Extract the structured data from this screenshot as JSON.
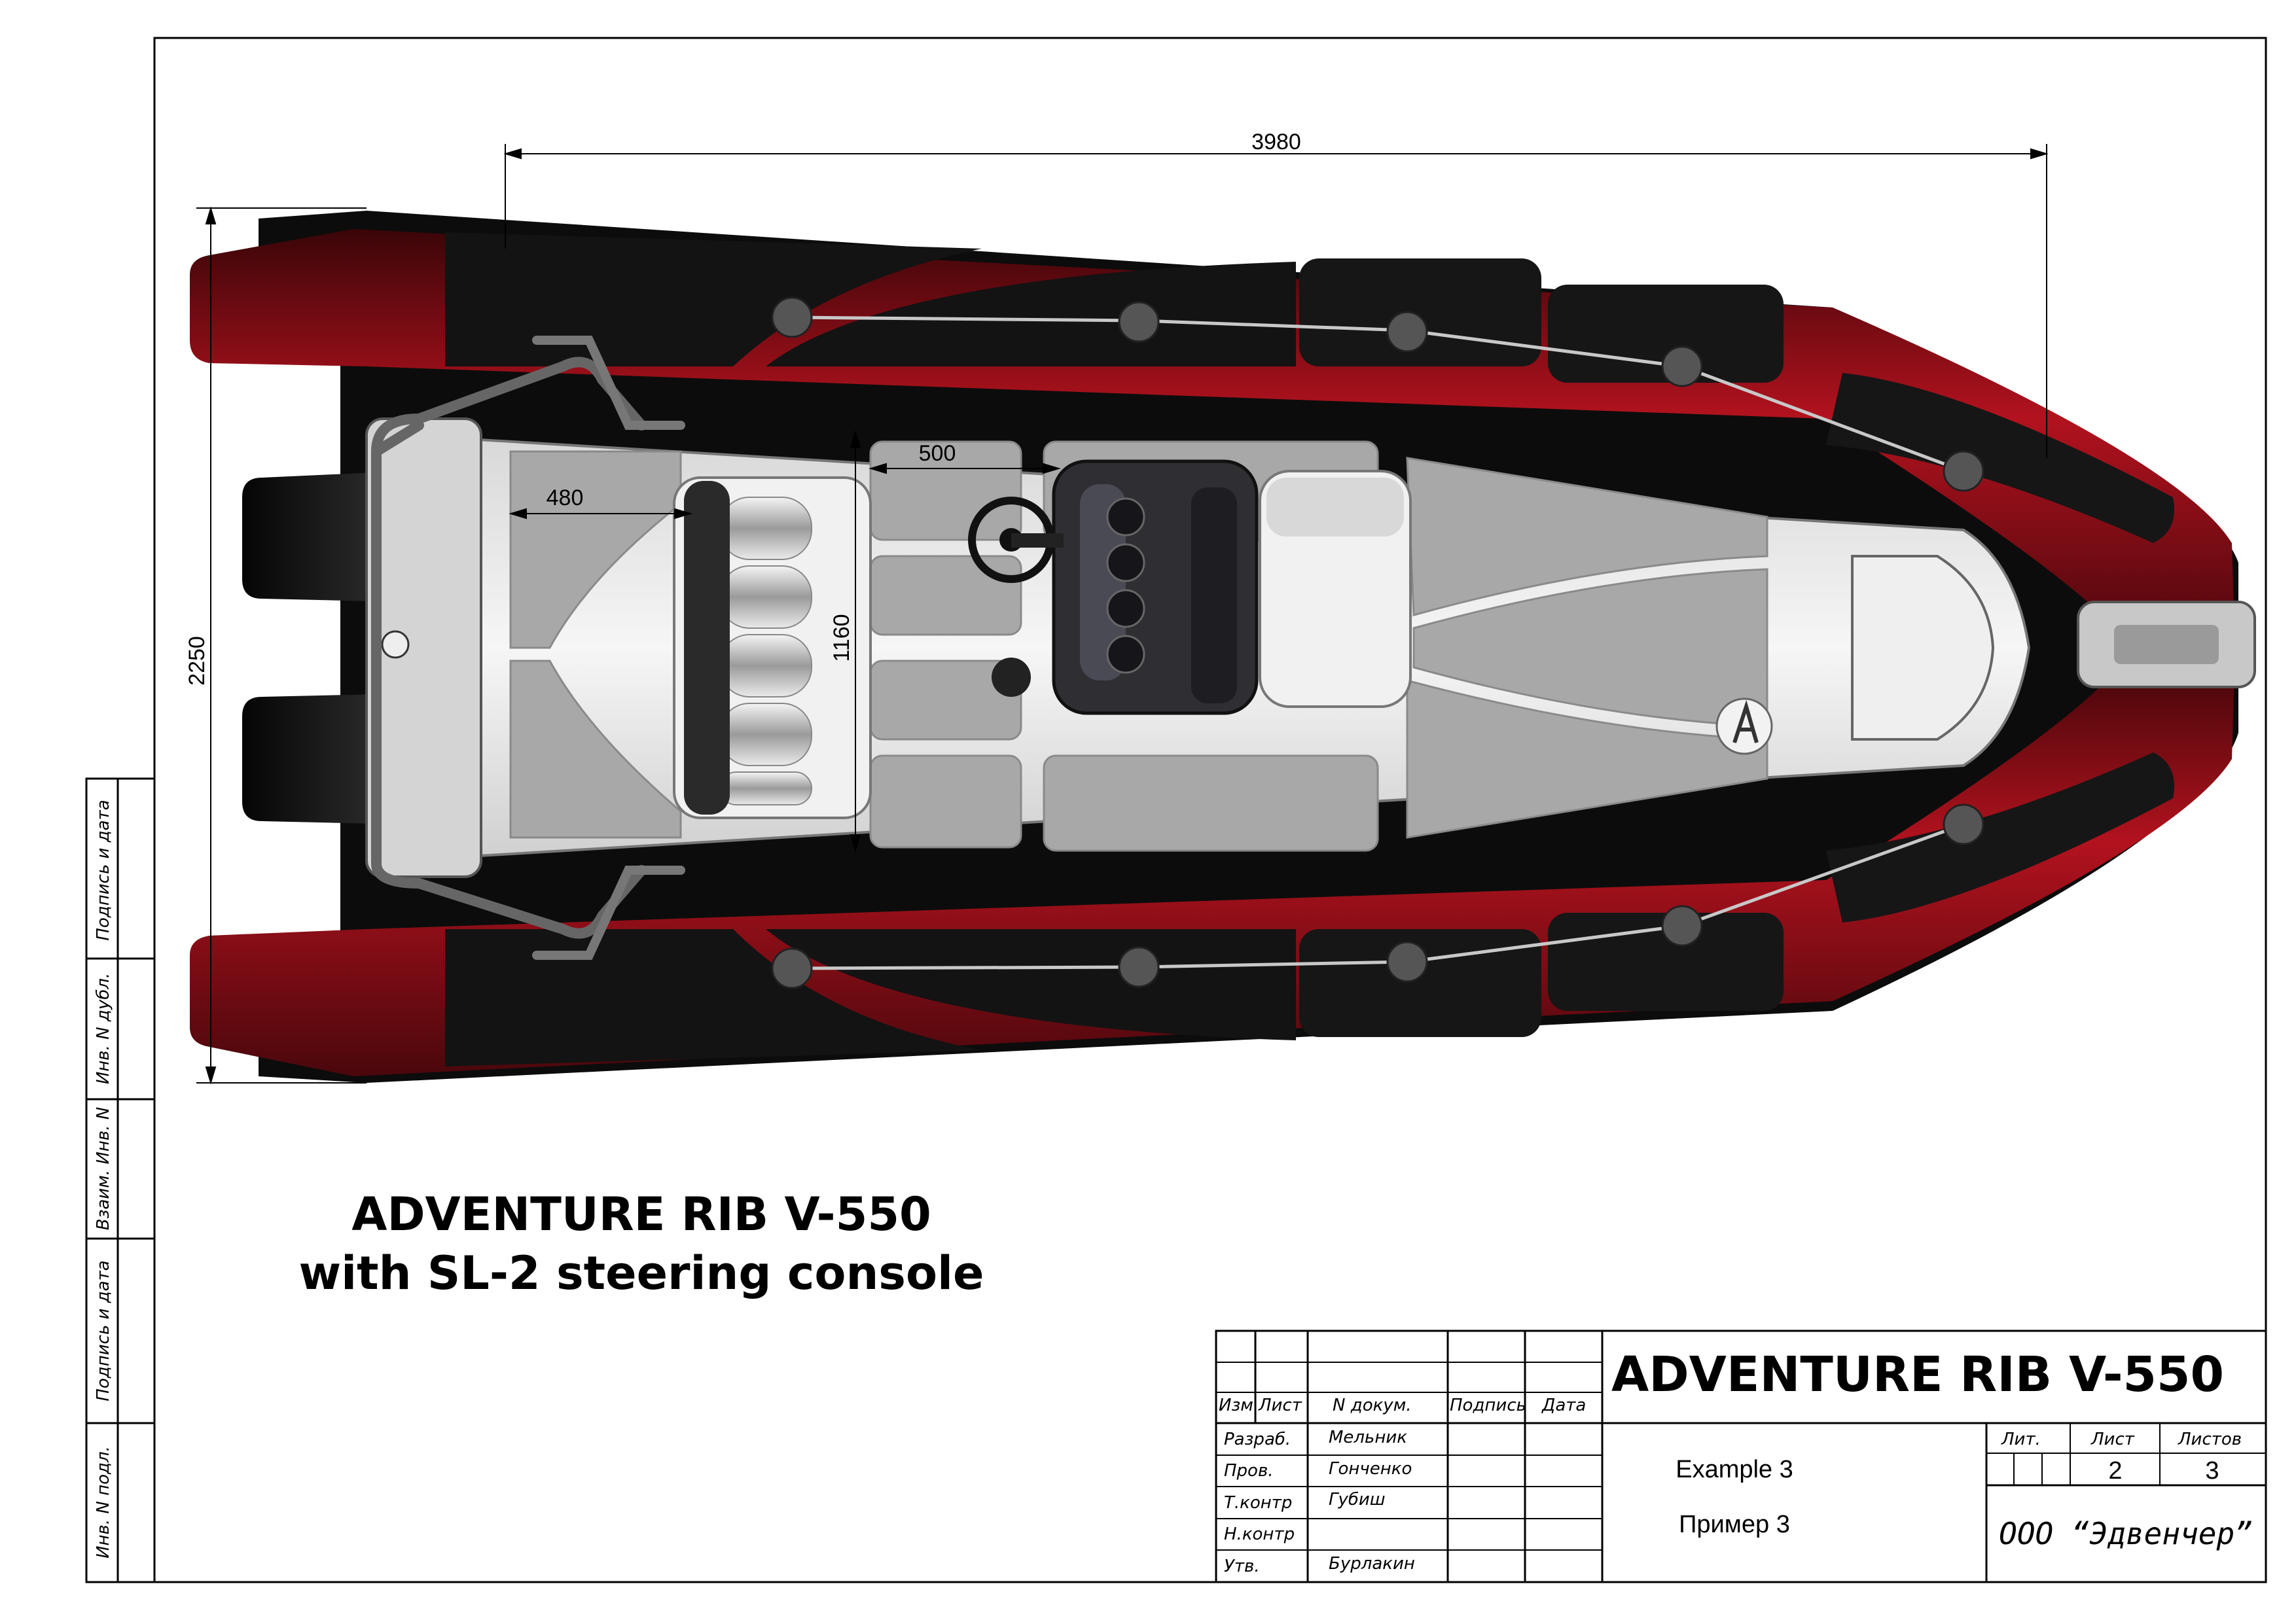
{
  "drawing": {
    "title_line1": "ADVENTURE RIB V-550",
    "title_line2": "with SL-2 steering console",
    "dimensions": {
      "overall_length": "3980",
      "overall_width": "2250",
      "seat_depth": "480",
      "console_gap": "500",
      "cockpit_width": "1160"
    }
  },
  "title_block": {
    "product": "ADVENTURE RIB V-550",
    "headers": [
      "Изм",
      "Лист",
      "N докум.",
      "Подпись",
      "Дата"
    ],
    "roles": [
      {
        "role": "Разраб.",
        "name": "Мельник"
      },
      {
        "role": "Пров.",
        "name": "Гонченко"
      },
      {
        "role": "Т.контр",
        "name": "Губиш"
      },
      {
        "role": "Н.контр",
        "name": ""
      },
      {
        "role": "Утв.",
        "name": "Бурлакин"
      }
    ],
    "description_en": "Example 3",
    "description_ru": "Пример 3",
    "lit_label": "Лит.",
    "sheet_label": "Лист",
    "sheets_label": "Листов",
    "sheet": "2",
    "sheets": "3",
    "company": "ООО  “Эдвенчер”"
  },
  "side_stamp": [
    "Подпись и дата",
    "Инв. N дубл.",
    "Взаим. Инв. N",
    "Подпись и дата",
    "Инв. N подл."
  ],
  "colors": {
    "tube_red": "#8e1019",
    "tube_black": "#141414",
    "deck_grey": "#a8a8a8"
  }
}
